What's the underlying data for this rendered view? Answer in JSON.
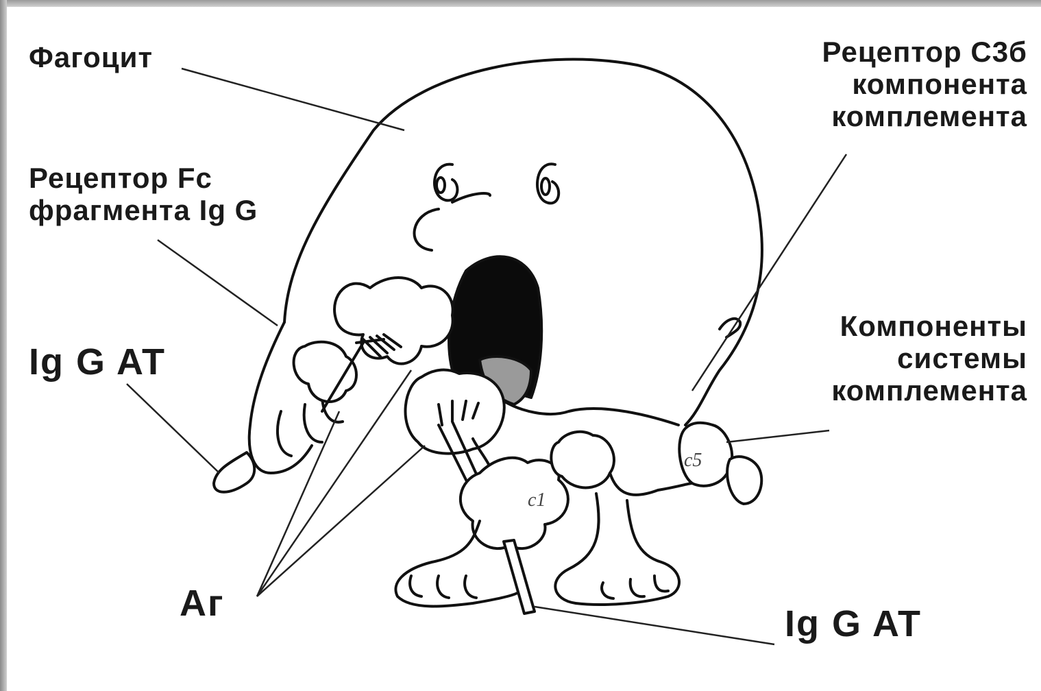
{
  "labels": {
    "phagocyte": "Фагоцит",
    "c3b_receptor_line1": "Рецептор С3б",
    "c3b_receptor_line2": "компонента",
    "c3b_receptor_line3": "комплемента",
    "fc_receptor_line1": "Рецептор Fc",
    "fc_receptor_line2": "фрагмента Ig G",
    "igg_at_left": "Ig G  AT",
    "complement_components_line1": "Компоненты",
    "complement_components_line2": "системы",
    "complement_components_line3": "комплемента",
    "antigen": "Аг",
    "igg_at_bottom": "Ig G  AT",
    "c1_mark": "c1",
    "c5_mark": "c5"
  }
}
